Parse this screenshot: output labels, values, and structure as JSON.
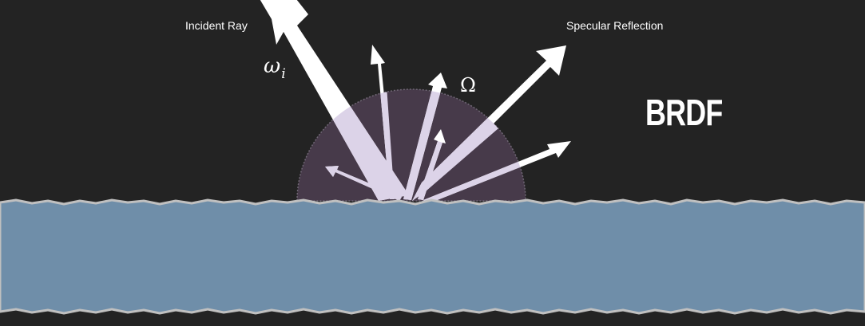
{
  "diagram": {
    "title": "BRDF",
    "incident_label": "Incident Ray",
    "specular_label": "Specular Reflection",
    "incident_symbol": "ω",
    "incident_subscript": "i",
    "solid_angle_symbol": "Ω"
  },
  "colors": {
    "background": "#232323",
    "surface": "#6f8ea9",
    "surface_edge": "#c0c0c0",
    "hemisphere": "#473a4a",
    "hemisphere_rays": "#dcd3e8",
    "arrow": "#ffffff"
  }
}
